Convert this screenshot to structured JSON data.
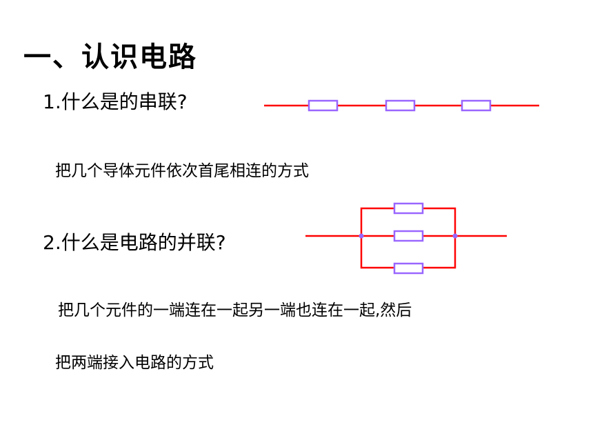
{
  "title": "一、认识电路",
  "section1": {
    "question": "1.什么是的串联?",
    "answer": "把几个导体元件依次首尾相连的方式"
  },
  "section2": {
    "question": "2.什么是电路的并联?",
    "answer_line1": "把几个元件的一端连在一起另一端也连在一起,然后",
    "answer_line2": "把两端接入电路的方式"
  },
  "colors": {
    "wire": "#ff0000",
    "resistor": "#9966ff",
    "node": "#9966ff",
    "text": "#000000"
  }
}
